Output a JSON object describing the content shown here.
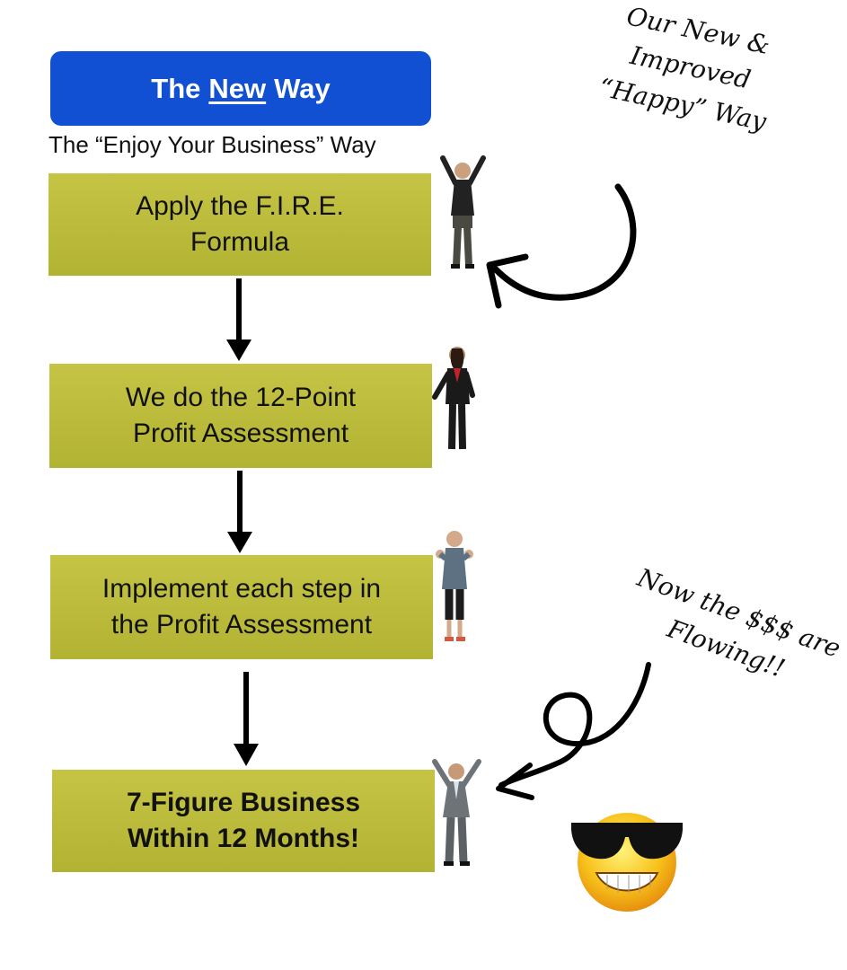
{
  "header": {
    "title_prefix": "The",
    "title_emphasis": "New",
    "title_suffix": "Way",
    "subtitle": "The “Enjoy Your Business” Way"
  },
  "steps": [
    {
      "line1": "Apply the F.I.R.E.",
      "line2": "Formula"
    },
    {
      "line1": "We do the 12-Point",
      "line2": "Profit Assessment"
    },
    {
      "line1": "Implement each step in",
      "line2": "the Profit Assessment"
    },
    {
      "line1": "7-Figure Business",
      "line2": "Within 12 Months!"
    }
  ],
  "annotations": {
    "happy_way": [
      "Our New &",
      "Improved",
      "“Happy” Way"
    ],
    "flowing": [
      "Now the $$$ are",
      "Flowing!!"
    ]
  },
  "colors": {
    "header_blue": "#1150d3",
    "step_olive": "#bcbb3c",
    "emoji_yellow": "#f7c21b"
  },
  "icons": [
    "person-cheering-icon",
    "person-pointing-icon",
    "person-thumbs-up-icon",
    "businessman-cheering-icon",
    "sunglasses-grin-emoji"
  ]
}
